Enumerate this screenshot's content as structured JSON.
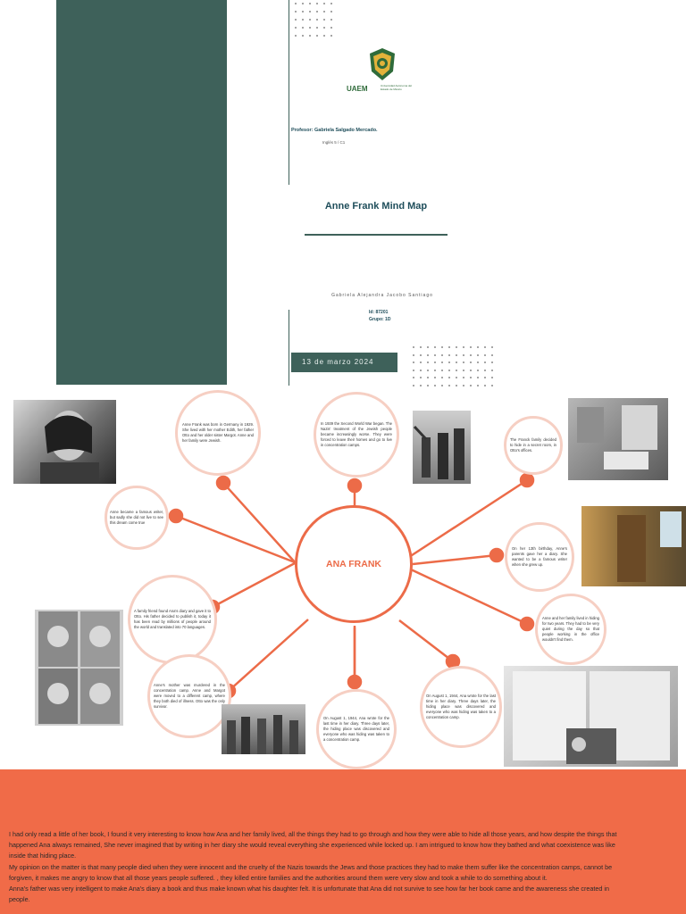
{
  "cover": {
    "logo_text": "UAEM",
    "logo_subtext": "Universidad Autónoma del Estado de México",
    "professor": "Profesor: Gabriela Salgado Mercado.",
    "course": "Inglés 5 / C1",
    "title": "Anne Frank Mind Map",
    "student": "Gabriela Alejandra Jacobo Santiago",
    "id": "Id: 87201",
    "group": "Grupo: 1D",
    "date": "13 de marzo 2024"
  },
  "mindmap": {
    "center": "ANA FRANK",
    "bubbles": [
      "Anne Frank was born in Germany in 1929. She lived with her mother Edith, her father Otto and her older sister Margot. Anne and her family were Jewish.",
      "In 1939 the Second World War began. The Nazis' treatment of the Jewish people became increasingly worse. They were forced to leave their homes and go to live in concentration camps.",
      "The Franck family decided to hide in a secret room, in Otto's offices.",
      "Anne became a famous writer, but sadly she did not live to see this dream come true",
      "On her 13th birthday, Anne's parents gave her a diary. She wanted to be a famous writer when she grew up.",
      "A family friend found Ana's diary and gave it to Otto. His father decided to publish it, today it has been read by millions of people around the world and translated into 70 languages.",
      "Anne and her family lived in hiding for two years. They had to be very quiet during the day so that people working in the office wouldn't find them.",
      "Anne's mother was murdered in the concentration camp. Anne and Margot were moved to a different camp, where they both died of illness. Otto was the only survivor.",
      "On August 1, 1944, Ana wrote for the last time in her diary. Three days later, the hiding place was discovered and everyone who was hiding was taken to a concentration camp.",
      "On August 1, 1944, Ana wrote for the last time in her diary. Three days later, the hiding place was discovered and everyone who was hiding was taken to a concentration camp."
    ]
  },
  "reflection": {
    "paragraphs": [
      "I had only read a little of her book, I found it very interesting to know how Ana and her family lived, all the things they had to go through and how they were able to hide all those years, and how despite the things that happened Ana always remained, She never imagined that by writing in her diary she would reveal everything she experienced while locked up. I am intrigued to know how they bathed and what coexistence was like inside that hiding place.",
      "My opinion on the matter is that many people died when they were innocent and the cruelty of the Nazis towards the Jews and those practices they had to make them suffer like the concentration camps, cannot be forgiven, it makes me angry to know that all those years people suffered. , they killed entire families and the authorities around them were very slow and took a while to do something about it.",
      "Anna's father was very intelligent to make Ana's diary a book and thus make known what his daughter felt. It is unfortunate that Ana did not survive to see how far her book came and the awareness she created in people."
    ]
  },
  "colors": {
    "green": "#3e615a",
    "orange": "#ec6b48",
    "bubble_border": "#f6cfc3",
    "footer": "#f06b48"
  }
}
